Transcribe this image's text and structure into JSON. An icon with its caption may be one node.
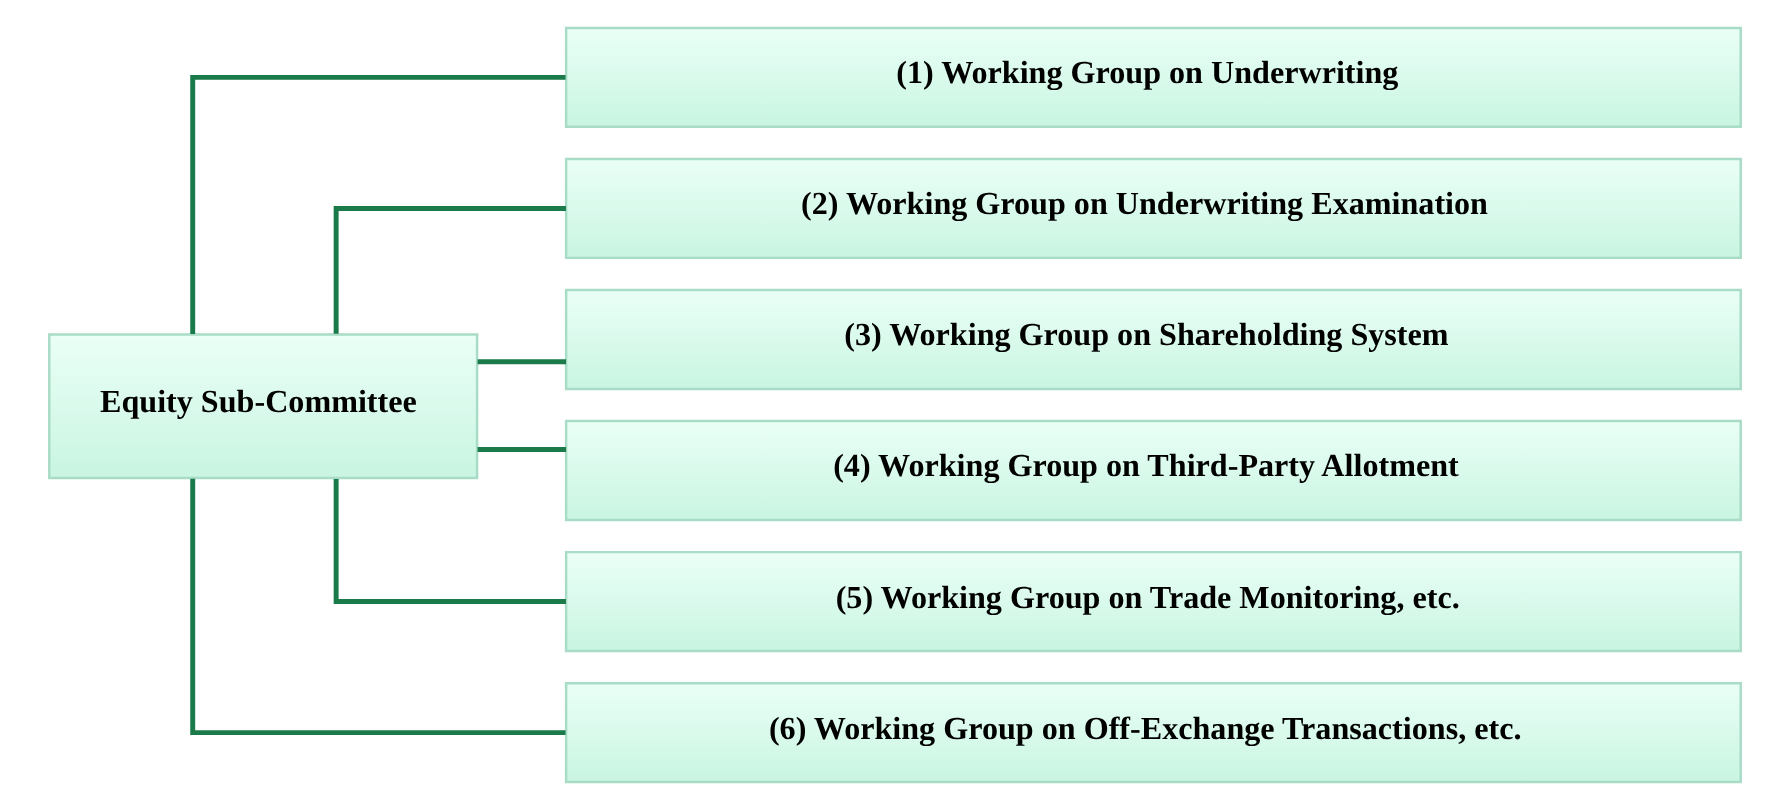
{
  "diagram": {
    "nodes": [
      {
        "text": [
          "Equity Sub-Committee"
        ]
      },
      {
        "text": [
          "(1) Working Group on Underwriting"
        ]
      },
      {
        "text": [
          "(2) Working Group on Underwriting Examination"
        ]
      },
      {
        "text": [
          "(3) Working Group on Shareholding System"
        ]
      },
      {
        "text": [
          "(4) Working Group on Third-Party Allotment"
        ]
      },
      {
        "text": [
          "(5) Working Group on Trade Monitoring, etc."
        ]
      },
      {
        "text": [
          "(6) Working Group on Off-Exchange Transactions, etc."
        ]
      }
    ],
    "edges": [
      {
        "from": 0,
        "to": 1,
        "arrow": "none"
      },
      {
        "from": 0,
        "to": 2,
        "arrow": "none"
      },
      {
        "from": 0,
        "to": 3,
        "arrow": "none"
      },
      {
        "from": 0,
        "to": 4,
        "arrow": "none"
      },
      {
        "from": 0,
        "to": 5,
        "arrow": "none"
      },
      {
        "from": 0,
        "to": 6,
        "arrow": "none"
      }
    ]
  }
}
